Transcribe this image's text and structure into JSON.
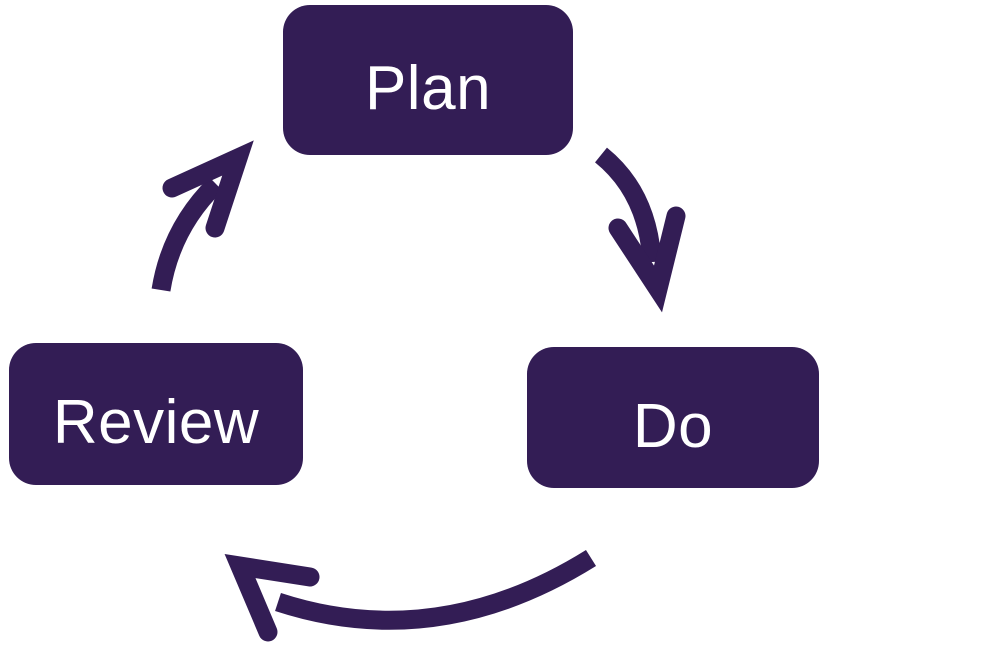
{
  "diagram": {
    "type": "cycle",
    "nodes": [
      {
        "id": "plan",
        "label": "Plan"
      },
      {
        "id": "do",
        "label": "Do"
      },
      {
        "id": "review",
        "label": "Review"
      }
    ],
    "edges": [
      {
        "from": "plan",
        "to": "do"
      },
      {
        "from": "do",
        "to": "review"
      },
      {
        "from": "review",
        "to": "plan"
      }
    ],
    "colors": {
      "node_fill": "#331d55",
      "node_text": "#ffffff",
      "arrow": "#331d55",
      "background": "#ffffff"
    }
  }
}
